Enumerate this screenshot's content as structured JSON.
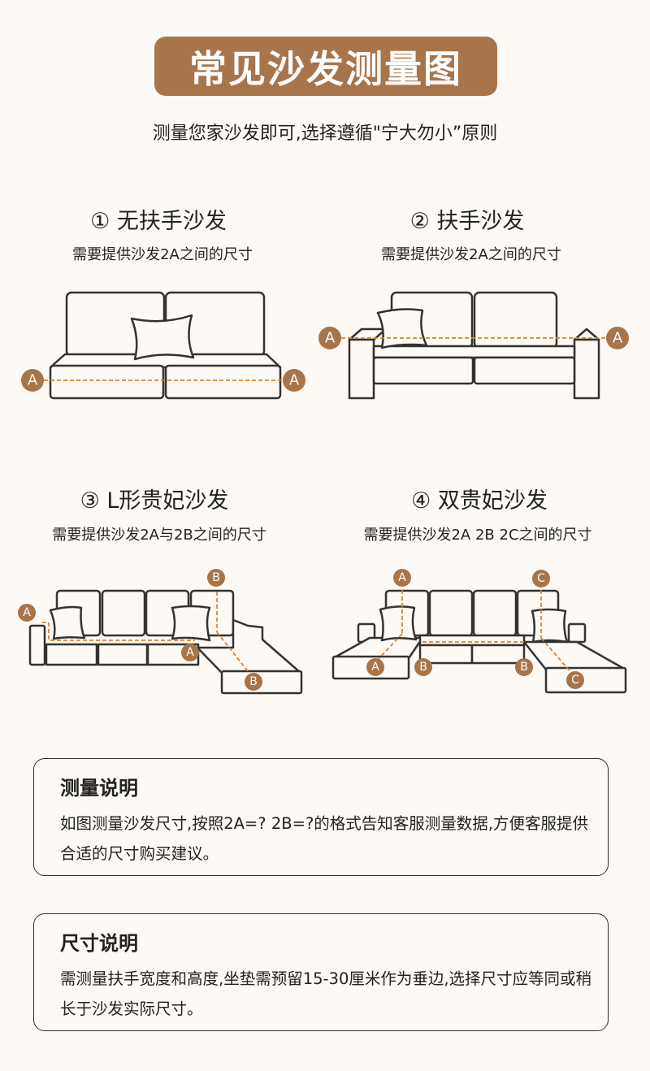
{
  "header": {
    "title": "常见沙发测量图",
    "subtitle": "测量您家沙发即可,选择遵循\"宁大勿小”原则"
  },
  "colors": {
    "accent": "#a8744a",
    "dash": "#e0812e",
    "background": "#fdf9f5"
  },
  "sections": [
    {
      "title": "① 无扶手沙发",
      "subtitle": "需要提供沙发2A之间的尺寸",
      "markers": [
        "A",
        "A"
      ]
    },
    {
      "title": "② 扶手沙发",
      "subtitle": "需要提供沙发2A之间的尺寸",
      "markers": [
        "A",
        "A"
      ]
    },
    {
      "title": "③ L形贵妃沙发",
      "subtitle": "需要提供沙发2A与2B之间的尺寸",
      "markers": [
        "A",
        "A",
        "B",
        "B"
      ]
    },
    {
      "title": "④ 双贵妃沙发",
      "subtitle": "需要提供沙发2A 2B 2C之间的尺寸",
      "markers": [
        "A",
        "A",
        "B",
        "B",
        "C",
        "C"
      ]
    }
  ],
  "notes": [
    {
      "heading": "测量说明",
      "text": "如图测量沙发尺寸,按照2A=? 2B=?的格式告知客服测量数据,方便客服提供合适的尺寸购买建议。"
    },
    {
      "heading": "尺寸说明",
      "text": "需测量扶手宽度和高度,坐垫需预留15-30厘米作为垂边,选择尺寸应等同或稍长于沙发实际尺寸。"
    }
  ]
}
